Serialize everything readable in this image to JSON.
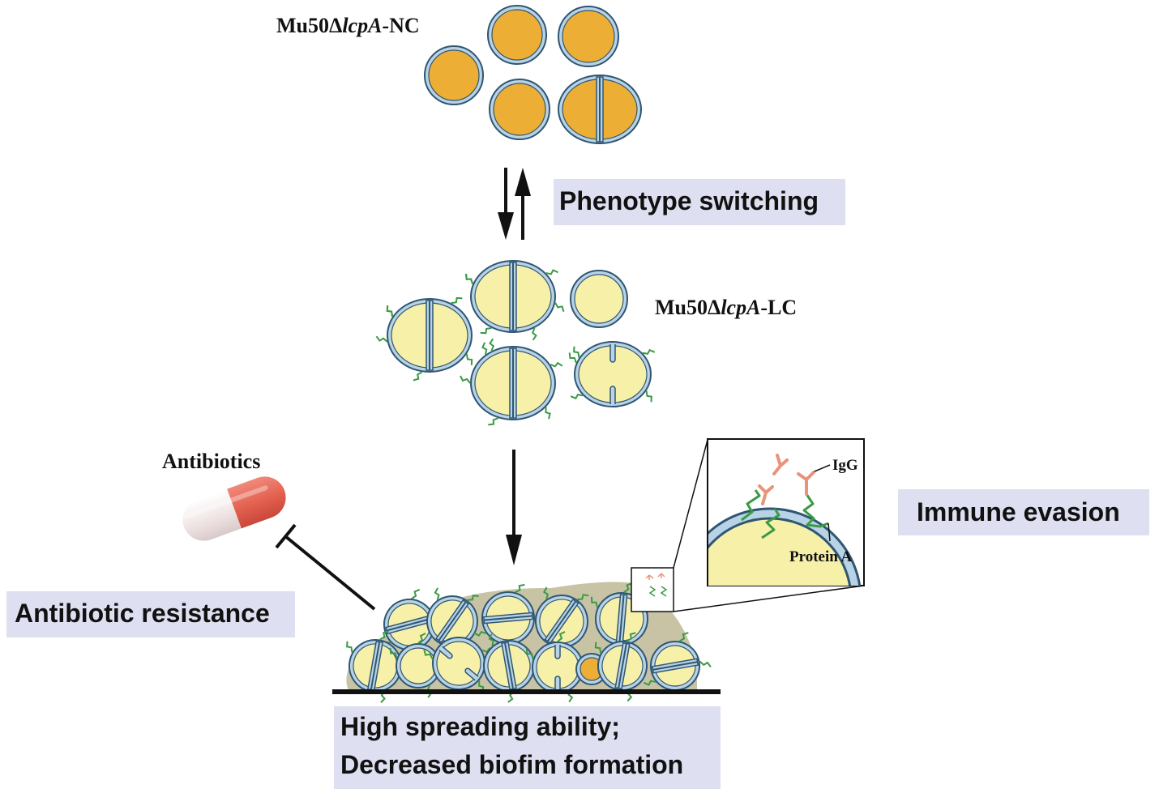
{
  "strain_nc": {
    "prefix": "Mu50Δ",
    "gene": "lcpA",
    "suffix": "-NC"
  },
  "strain_lc": {
    "prefix": "Mu50Δ",
    "gene": "lcpA",
    "suffix": "-LC"
  },
  "phenotype_switching": "Phenotype switching",
  "antibiotics_label": "Antibiotics",
  "antibiotic_resistance": "Antibiotic resistance",
  "immune_evasion": "Immune evasion",
  "igg_label": "IgG",
  "protein_a_label": "Protein A",
  "biofilm_line1": "High spreading ability;",
  "biofilm_line2": "Decreased biofim formation",
  "colors": {
    "nc_fill": "#EDAE35",
    "lc_fill": "#F7F0A8",
    "cell_wall": "#B9D3E6",
    "wall_outline": "#2F5673",
    "septum": "#2F5673",
    "protein_a": "#3A9A45",
    "igg": "#E8937A",
    "label_box": "#DEDFF0",
    "pill_red": "#E36A5B",
    "pill_white": "#F3E8E8",
    "matrix": "#C7C3A4"
  }
}
